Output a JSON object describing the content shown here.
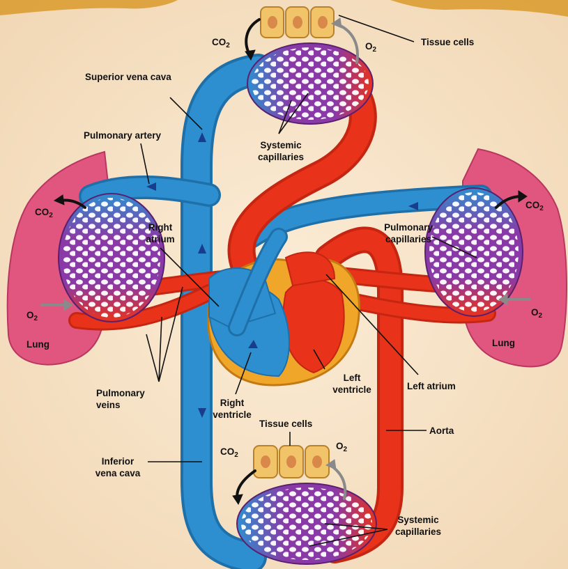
{
  "colors": {
    "background": "#f6e2c6",
    "deoxygenated": "#2d8fd0",
    "oxygenated": "#e8321a",
    "capillary_mix": "#8a3aa6",
    "lung": "#e0567e",
    "heart_wall": "#f0a628",
    "tissue_cell": "#f2c46a"
  },
  "labels": {
    "tissue_cells_top": "Tissue cells",
    "superior_vena_cava": "Superior vena cava",
    "pulmonary_artery": "Pulmonary artery",
    "systemic_capillaries_top_1": "Systemic",
    "systemic_capillaries_top_2": "capillaries",
    "right_atrium_1": "Right",
    "right_atrium_2": "atrium",
    "pulmonary_capillaries_1": "Pulmonary",
    "pulmonary_capillaries_2": "capillaries",
    "lung_left": "Lung",
    "lung_right": "Lung",
    "pulmonary_veins_1": "Pulmonary",
    "pulmonary_veins_2": "veins",
    "right_ventricle_1": "Right",
    "right_ventricle_2": "ventricle",
    "left_ventricle_1": "Left",
    "left_ventricle_2": "ventricle",
    "left_atrium": "Left atrium",
    "tissue_cells_bottom": "Tissue cells",
    "aorta": "Aorta",
    "inferior_vena_cava_1": "Inferior",
    "inferior_vena_cava_2": "vena cava",
    "systemic_capillaries_bottom_1": "Systemic",
    "systemic_capillaries_bottom_2": "capillaries"
  },
  "gases": {
    "co2_main": "CO",
    "co2_sub": "2",
    "o2_main": "O",
    "o2_sub": "2"
  }
}
